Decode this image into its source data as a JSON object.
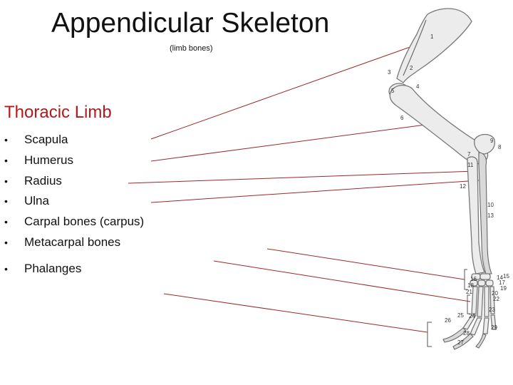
{
  "title": "Appendicular Skeleton",
  "subtitle": "(limb bones)",
  "section_heading": "Thoracic Limb",
  "bullet_symbol": "•",
  "bullets": [
    "Scapula",
    "Humerus",
    "Radius",
    "Ulna",
    "Carpal bones (carpus)",
    "Metacarpal bones",
    "Phalanges"
  ],
  "figure": {
    "number_labels": [
      "1",
      "2",
      "3",
      "4",
      "5",
      "6",
      "7",
      "8",
      "9",
      "10",
      "11",
      "12",
      "13",
      "14",
      "15",
      "16",
      "17",
      "18",
      "19",
      "20",
      "21",
      "22",
      "23",
      "24",
      "25",
      "26",
      "27",
      "28",
      "29"
    ]
  },
  "colors": {
    "heading": "#b01a1a",
    "leader_lines": "#9b2a2a"
  }
}
